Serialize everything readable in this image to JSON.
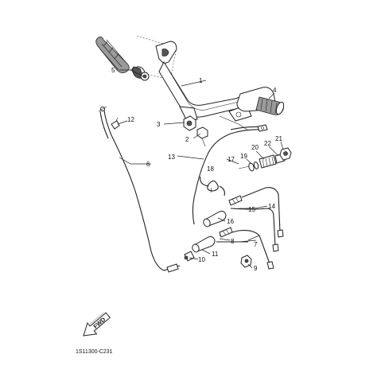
{
  "diagram": {
    "callouts": [
      "1",
      "2",
      "3",
      "4",
      "5",
      "6",
      "7",
      "8",
      "9",
      "10",
      "11",
      "12",
      "13",
      "14",
      "15",
      "16",
      "17",
      "18",
      "19",
      "20",
      "21",
      "22"
    ],
    "direction_marker": "FWD",
    "drawing_code": "1S11300-C231"
  }
}
